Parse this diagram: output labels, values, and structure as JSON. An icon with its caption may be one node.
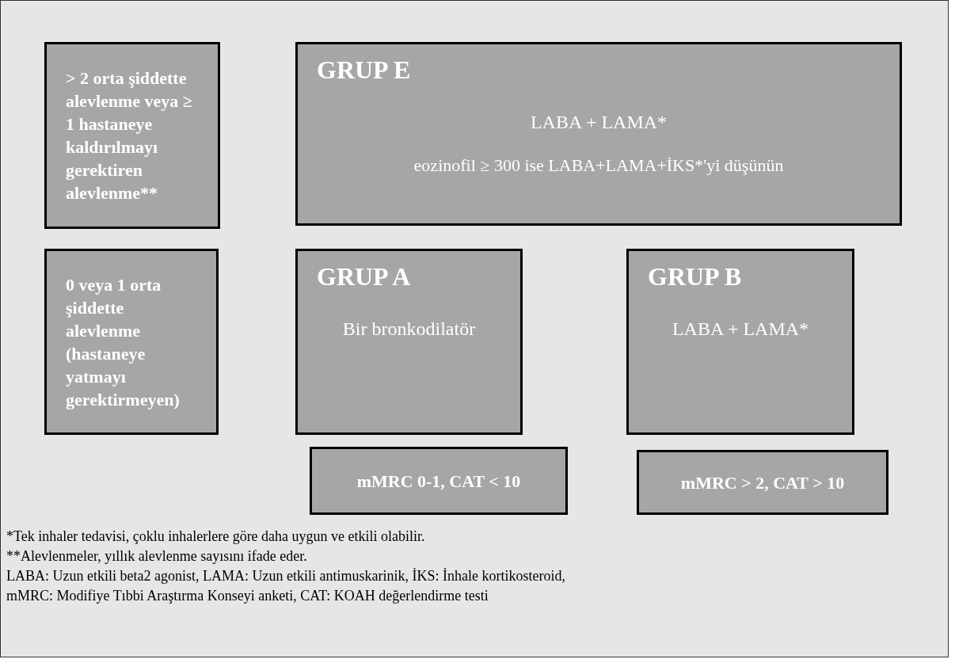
{
  "diagram": {
    "nodes": [
      {
        "text": [
          "> 2 orta şiddette alevlenme veya ≥ 1 hastaneye kaldırılmayı gerektiren alevlenme**"
        ]
      },
      {
        "text": [
          "GRUP E",
          "LABA + LAMA*",
          "eozinofil ≥ 300 ise LABA+LAMA+İKS*'yi düşünün"
        ]
      },
      {
        "text": [
          "0 veya 1 orta şiddette alevlenme (hastaneye yatmayı gerektirmeyen)"
        ]
      },
      {
        "text": [
          "GRUP A",
          "Bir bronkodilatör"
        ]
      },
      {
        "text": [
          "GRUP B",
          "LABA + LAMA*"
        ]
      },
      {
        "text": [
          "mMRC 0-1, CAT < 10"
        ]
      },
      {
        "text": [
          "mMRC > 2, CAT > 10"
        ]
      }
    ],
    "labels": [
      "*Tek inhaler tedavisi, çoklu inhalerlere göre daha uygun ve etkili olabilir.",
      "**Alevlenmeler, yıllık alevlenme sayısını ifade eder.",
      "LABA: Uzun etkili beta2 agonist, LAMA: Uzun etkili antimuskarinik, İKS: İnhale kortikosteroid,",
      "mMRC: Modifiye Tıbbi Araştırma Konseyi anketi, CAT: KOAH değerlendirme testi"
    ]
  }
}
